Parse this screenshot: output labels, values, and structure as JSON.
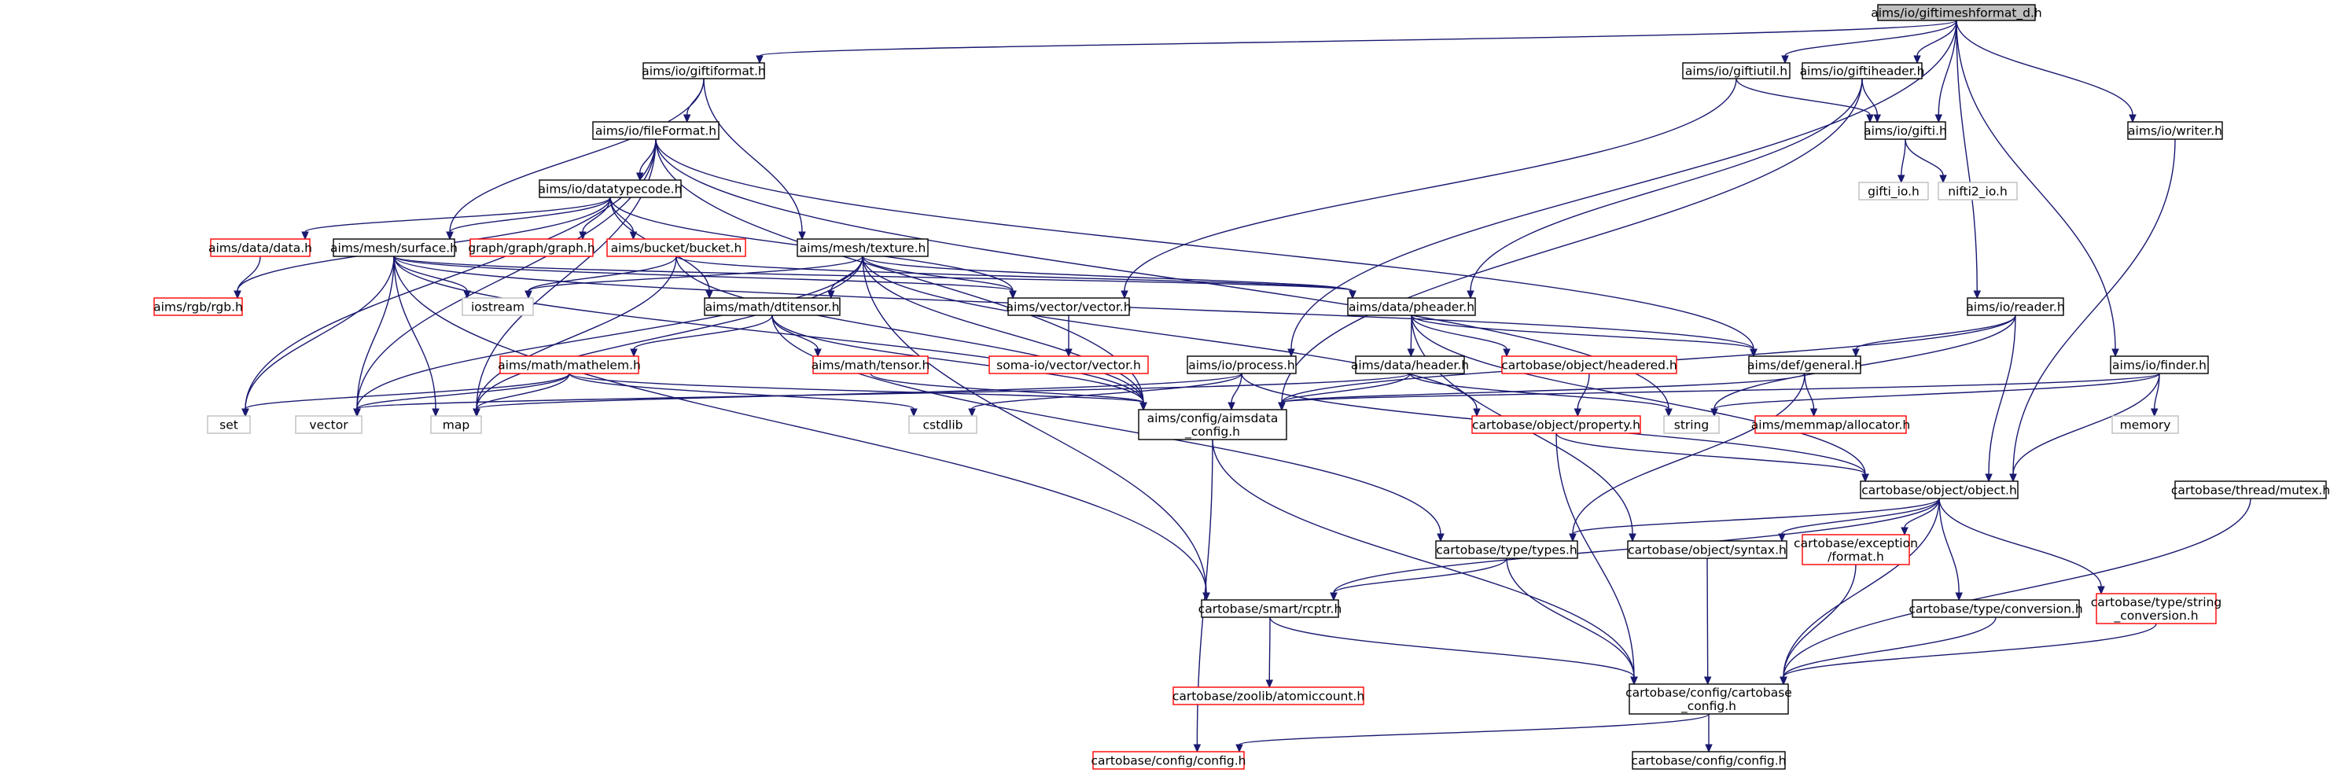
{
  "nodes": [
    {
      "id": "root",
      "lines": [
        "aims/io/giftimeshformat_d.h"
      ],
      "kind": "root"
    },
    {
      "id": "giftiformat",
      "lines": [
        "aims/io/giftiformat.h"
      ],
      "kind": "normal"
    },
    {
      "id": "giftiutil",
      "lines": [
        "aims/io/giftiutil.h"
      ],
      "kind": "normal"
    },
    {
      "id": "giftiheader",
      "lines": [
        "aims/io/giftiheader.h"
      ],
      "kind": "normal"
    },
    {
      "id": "gifti",
      "lines": [
        "aims/io/gifti.h"
      ],
      "kind": "normal"
    },
    {
      "id": "writer",
      "lines": [
        "aims/io/writer.h"
      ],
      "kind": "normal"
    },
    {
      "id": "fileformat",
      "lines": [
        "aims/io/fileFormat.h"
      ],
      "kind": "normal"
    },
    {
      "id": "gifti_io",
      "lines": [
        "gifti_io.h"
      ],
      "kind": "missing"
    },
    {
      "id": "nifti2_io",
      "lines": [
        "nifti2_io.h"
      ],
      "kind": "missing"
    },
    {
      "id": "datatypecode",
      "lines": [
        "aims/io/datatypecode.h"
      ],
      "kind": "normal"
    },
    {
      "id": "aimsdata",
      "lines": [
        "aims/data/data.h"
      ],
      "kind": "red"
    },
    {
      "id": "surface",
      "lines": [
        "aims/mesh/surface.h"
      ],
      "kind": "normal"
    },
    {
      "id": "graphh",
      "lines": [
        "graph/graph/graph.h"
      ],
      "kind": "red"
    },
    {
      "id": "bucket",
      "lines": [
        "aims/bucket/bucket.h"
      ],
      "kind": "red"
    },
    {
      "id": "texture",
      "lines": [
        "aims/mesh/texture.h"
      ],
      "kind": "normal"
    },
    {
      "id": "rgb",
      "lines": [
        "aims/rgb/rgb.h"
      ],
      "kind": "red"
    },
    {
      "id": "iostream",
      "lines": [
        "iostream"
      ],
      "kind": "missing"
    },
    {
      "id": "vectorh",
      "lines": [
        "aims/vector/vector.h"
      ],
      "kind": "normal"
    },
    {
      "id": "pheader",
      "lines": [
        "aims/data/pheader.h"
      ],
      "kind": "normal"
    },
    {
      "id": "reader",
      "lines": [
        "aims/io/reader.h"
      ],
      "kind": "normal"
    },
    {
      "id": "dtitensor",
      "lines": [
        "aims/math/dtitensor.h"
      ],
      "kind": "normal"
    },
    {
      "id": "somavector",
      "lines": [
        "soma-io/vector/vector.h"
      ],
      "kind": "red"
    },
    {
      "id": "mathelem",
      "lines": [
        "aims/math/mathelem.h"
      ],
      "kind": "red"
    },
    {
      "id": "tensor",
      "lines": [
        "aims/math/tensor.h"
      ],
      "kind": "red"
    },
    {
      "id": "process",
      "lines": [
        "aims/io/process.h"
      ],
      "kind": "normal"
    },
    {
      "id": "dataheader",
      "lines": [
        "aims/data/header.h"
      ],
      "kind": "normal"
    },
    {
      "id": "headered",
      "lines": [
        "cartobase/object/headered.h"
      ],
      "kind": "red"
    },
    {
      "id": "general",
      "lines": [
        "aims/def/general.h"
      ],
      "kind": "normal"
    },
    {
      "id": "finder",
      "lines": [
        "aims/io/finder.h"
      ],
      "kind": "normal"
    },
    {
      "id": "set",
      "lines": [
        "set"
      ],
      "kind": "missing"
    },
    {
      "id": "vector",
      "lines": [
        "vector"
      ],
      "kind": "missing"
    },
    {
      "id": "map",
      "lines": [
        "map"
      ],
      "kind": "missing"
    },
    {
      "id": "cstdlib",
      "lines": [
        "cstdlib"
      ],
      "kind": "missing"
    },
    {
      "id": "aimsdataconfig",
      "lines": [
        "aims/config/aimsdata",
        "_config.h"
      ],
      "kind": "normal"
    },
    {
      "id": "string",
      "lines": [
        "string"
      ],
      "kind": "missing"
    },
    {
      "id": "property",
      "lines": [
        "cartobase/object/property.h"
      ],
      "kind": "red"
    },
    {
      "id": "allocator",
      "lines": [
        "aims/memmap/allocator.h"
      ],
      "kind": "red"
    },
    {
      "id": "memory",
      "lines": [
        "memory"
      ],
      "kind": "missing"
    },
    {
      "id": "object",
      "lines": [
        "cartobase/object/object.h"
      ],
      "kind": "normal"
    },
    {
      "id": "mutex",
      "lines": [
        "cartobase/thread/mutex.h"
      ],
      "kind": "normal"
    },
    {
      "id": "types",
      "lines": [
        "cartobase/type/types.h"
      ],
      "kind": "normal"
    },
    {
      "id": "syntax",
      "lines": [
        "cartobase/object/syntax.h"
      ],
      "kind": "normal"
    },
    {
      "id": "exception",
      "lines": [
        "cartobase/exception",
        "/format.h"
      ],
      "kind": "red"
    },
    {
      "id": "rcptr",
      "lines": [
        "cartobase/smart/rcptr.h"
      ],
      "kind": "normal"
    },
    {
      "id": "conversion",
      "lines": [
        "cartobase/type/conversion.h"
      ],
      "kind": "normal"
    },
    {
      "id": "strconv",
      "lines": [
        "cartobase/type/string",
        "_conversion.h"
      ],
      "kind": "red"
    },
    {
      "id": "cartobaseconfig",
      "lines": [
        "cartobase/config/cartobase",
        "_config.h"
      ],
      "kind": "normal"
    },
    {
      "id": "atomiccount",
      "lines": [
        "cartobase/zoolib/atomiccount.h"
      ],
      "kind": "red"
    },
    {
      "id": "configred",
      "lines": [
        "cartobase/config/config.h"
      ],
      "kind": "red"
    },
    {
      "id": "configblack",
      "lines": [
        "cartobase/config/config.h"
      ],
      "kind": "normal"
    }
  ],
  "edges": [
    [
      "root",
      "giftiformat"
    ],
    [
      "root",
      "giftiutil"
    ],
    [
      "root",
      "giftiheader"
    ],
    [
      "root",
      "gifti"
    ],
    [
      "root",
      "writer"
    ],
    [
      "root",
      "process"
    ],
    [
      "root",
      "reader"
    ],
    [
      "root",
      "finder"
    ],
    [
      "giftiformat",
      "fileformat"
    ],
    [
      "giftiformat",
      "surface"
    ],
    [
      "giftiformat",
      "texture"
    ],
    [
      "giftiutil",
      "gifti"
    ],
    [
      "giftiutil",
      "vectorh"
    ],
    [
      "giftiheader",
      "gifti"
    ],
    [
      "giftiheader",
      "pheader"
    ],
    [
      "giftiheader",
      "aimsdataconfig"
    ],
    [
      "gifti",
      "gifti_io"
    ],
    [
      "gifti",
      "nifti2_io"
    ],
    [
      "writer",
      "object"
    ],
    [
      "fileformat",
      "datatypecode"
    ],
    [
      "fileformat",
      "general"
    ],
    [
      "fileformat",
      "aimsdataconfig"
    ],
    [
      "fileformat",
      "string"
    ],
    [
      "fileformat",
      "set"
    ],
    [
      "fileformat",
      "vector"
    ],
    [
      "fileformat",
      "map"
    ],
    [
      "datatypecode",
      "aimsdata"
    ],
    [
      "datatypecode",
      "surface"
    ],
    [
      "datatypecode",
      "graphh"
    ],
    [
      "datatypecode",
      "bucket"
    ],
    [
      "datatypecode",
      "rgb"
    ],
    [
      "datatypecode",
      "vectorh"
    ],
    [
      "datatypecode",
      "dtitensor"
    ],
    [
      "aimsdata",
      "rgb"
    ],
    [
      "surface",
      "iostream"
    ],
    [
      "surface",
      "vectorh"
    ],
    [
      "surface",
      "pheader"
    ],
    [
      "surface",
      "set"
    ],
    [
      "surface",
      "vector"
    ],
    [
      "surface",
      "map"
    ],
    [
      "surface",
      "rcptr"
    ],
    [
      "surface",
      "aimsdataconfig"
    ],
    [
      "surface",
      "general"
    ],
    [
      "bucket",
      "iostream"
    ],
    [
      "bucket",
      "map"
    ],
    [
      "bucket",
      "pheader"
    ],
    [
      "bucket",
      "aimsdataconfig"
    ],
    [
      "texture",
      "iostream"
    ],
    [
      "texture",
      "vectorh"
    ],
    [
      "texture",
      "pheader"
    ],
    [
      "texture",
      "dtitensor"
    ],
    [
      "texture",
      "vector"
    ],
    [
      "texture",
      "map"
    ],
    [
      "texture",
      "aimsdataconfig"
    ],
    [
      "texture",
      "rcptr"
    ],
    [
      "texture",
      "property"
    ],
    [
      "vectorh",
      "somavector"
    ],
    [
      "pheader",
      "dataheader"
    ],
    [
      "pheader",
      "headered"
    ],
    [
      "pheader",
      "general"
    ],
    [
      "pheader",
      "object"
    ],
    [
      "pheader",
      "syntax"
    ],
    [
      "reader",
      "general"
    ],
    [
      "reader",
      "aimsdataconfig"
    ],
    [
      "reader",
      "string"
    ],
    [
      "reader",
      "object"
    ],
    [
      "dtitensor",
      "mathelem"
    ],
    [
      "dtitensor",
      "tensor"
    ],
    [
      "dtitensor",
      "aimsdataconfig"
    ],
    [
      "dtitensor",
      "types"
    ],
    [
      "mathelem",
      "set"
    ],
    [
      "mathelem",
      "vector"
    ],
    [
      "mathelem",
      "map"
    ],
    [
      "mathelem",
      "cstdlib"
    ],
    [
      "mathelem",
      "aimsdataconfig"
    ],
    [
      "tensor",
      "aimsdataconfig"
    ],
    [
      "process",
      "aimsdataconfig"
    ],
    [
      "process",
      "cstdlib"
    ],
    [
      "process",
      "object"
    ],
    [
      "process",
      "map"
    ],
    [
      "dataheader",
      "aimsdataconfig"
    ],
    [
      "dataheader",
      "string"
    ],
    [
      "dataheader",
      "vector"
    ],
    [
      "headered",
      "property"
    ],
    [
      "general",
      "allocator"
    ],
    [
      "general",
      "types"
    ],
    [
      "general",
      "aimsdataconfig"
    ],
    [
      "finder",
      "aimsdataconfig"
    ],
    [
      "finder",
      "string"
    ],
    [
      "finder",
      "memory"
    ],
    [
      "finder",
      "object"
    ],
    [
      "aimsdataconfig",
      "cartobaseconfig"
    ],
    [
      "aimsdataconfig",
      "configred"
    ],
    [
      "property",
      "object"
    ],
    [
      "property",
      "cartobaseconfig"
    ],
    [
      "object",
      "types"
    ],
    [
      "object",
      "syntax"
    ],
    [
      "object",
      "exception"
    ],
    [
      "object",
      "rcptr"
    ],
    [
      "object",
      "conversion"
    ],
    [
      "object",
      "strconv"
    ],
    [
      "object",
      "cartobaseconfig"
    ],
    [
      "mutex",
      "cartobaseconfig"
    ],
    [
      "types",
      "rcptr"
    ],
    [
      "types",
      "cartobaseconfig"
    ],
    [
      "syntax",
      "cartobaseconfig"
    ],
    [
      "exception",
      "cartobaseconfig"
    ],
    [
      "rcptr",
      "atomiccount"
    ],
    [
      "rcptr",
      "cartobaseconfig"
    ],
    [
      "conversion",
      "cartobaseconfig"
    ],
    [
      "strconv",
      "cartobaseconfig"
    ],
    [
      "cartobaseconfig",
      "configred"
    ],
    [
      "cartobaseconfig",
      "configblack"
    ]
  ],
  "colors": {
    "edge": "#191970",
    "root_fill": "#bfbfbf",
    "normal_stroke": "#000000",
    "red_stroke": "#ff0000",
    "missing_stroke": "#bfbfbf"
  }
}
